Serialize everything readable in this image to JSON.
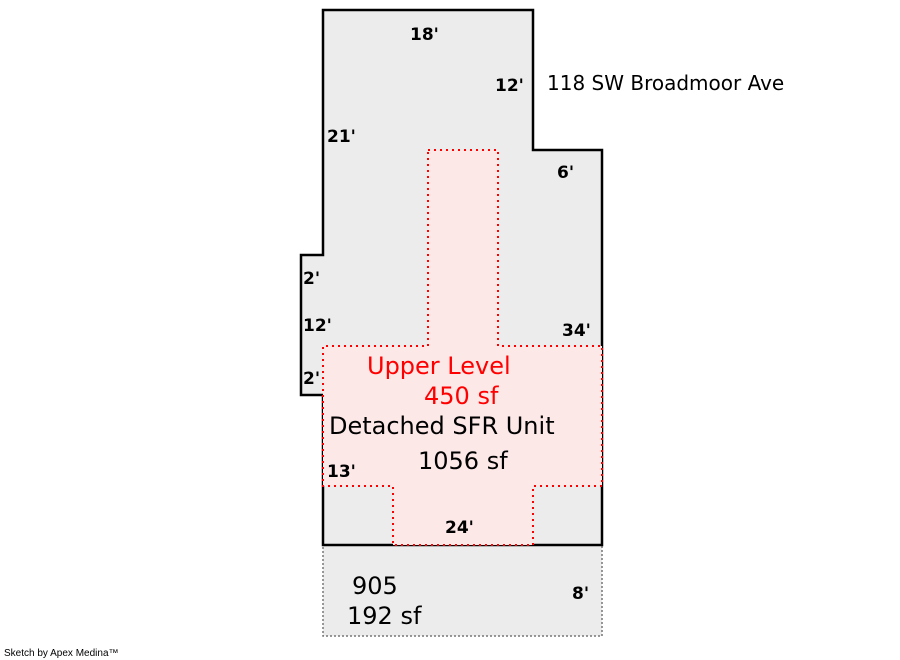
{
  "address": "118 SW Broadmoor Ave",
  "dimensions": {
    "top": "18'",
    "upper_right": "12'",
    "left_upper": "21'",
    "step_right": "6'",
    "bump_top": "2'",
    "bump_mid": "12'",
    "bump_bottom": "2'",
    "right": "34'",
    "left_lower": "13'",
    "bottom": "24'",
    "patio_right": "8'"
  },
  "areas": {
    "upper_level": {
      "name": "Upper Level",
      "size": "450 sf"
    },
    "main_unit": {
      "name": "Detached SFR Unit",
      "size": "1056 sf"
    },
    "patio": {
      "name": "905",
      "size": "192 sf"
    }
  },
  "colors": {
    "building_fill": "#ececec",
    "upper_fill": "#fde8e8",
    "upper_outline": "#ff0000"
  },
  "credit": "Sketch by Apex Medina™"
}
